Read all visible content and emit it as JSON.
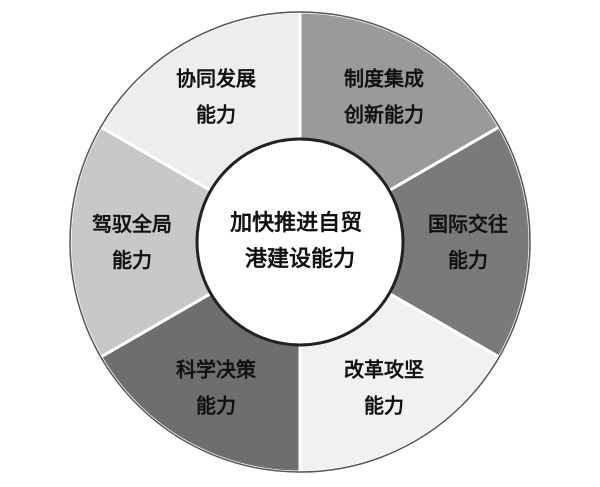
{
  "center": {
    "lines": [
      "加快推进自贸",
      "港建设能力"
    ]
  },
  "segments": [
    {
      "lines": [
        "制度集成",
        "创新能力"
      ],
      "color": "#9a9a9a"
    },
    {
      "lines": [
        "国际交往",
        "能力"
      ],
      "color": "#7a7a7a"
    },
    {
      "lines": [
        "改革攻坚",
        "能力"
      ],
      "color": "#f1f1f1"
    },
    {
      "lines": [
        "科学决策",
        "能力"
      ],
      "color": "#6e6e6e"
    },
    {
      "lines": [
        "驾驭全局",
        "能力"
      ],
      "color": "#c8c8c8"
    },
    {
      "lines": [
        "协同发展",
        "能力"
      ],
      "color": "#ededed"
    }
  ],
  "colors": {
    "divider": "#ffffff",
    "outline": "#555555",
    "center_fill": "#ffffff",
    "center_stroke": "#222222"
  }
}
